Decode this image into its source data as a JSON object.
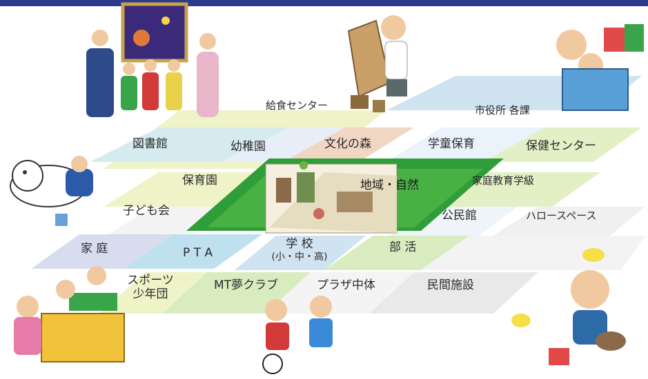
{
  "colors": {
    "top_bar": "#2b3a8c",
    "band_blue": "#cfe3f0",
    "band_green": "#d9ecc0",
    "band_yellow": "#eef3c8",
    "band_peach": "#f2d6c4",
    "band_lavender": "#d8dcef",
    "band_gray": "#dcdcdc",
    "center_green": "#2f9e3a"
  },
  "diagram": {
    "labels": {
      "kyushoku": "給食センター",
      "shiyakusho": "市役所 各課",
      "toshokan": "図書館",
      "youchien": "幼稚園",
      "bunka_no_mori": "文化の森",
      "gakudo_hoiku": "学童保育",
      "hoken_center": "保健センター",
      "hoikuen": "保育園",
      "chiiki_shizen": "地域・自然",
      "katei_kyoiku": "家庭教育学級",
      "kodomokai": "子ども会",
      "kominkan": "公民館",
      "hello_space": "ハロースペース",
      "katei": "家 庭",
      "pta": "P T A",
      "gakko": "学 校",
      "gakko_sub": "(小・中・高)",
      "bukatsu": "部 活",
      "sports_line1": "スポーツ",
      "sports_line2": "少年団",
      "mt_yume": "MT夢クラブ",
      "plaza": "プラザ中体",
      "minkan": "民間施設"
    }
  }
}
